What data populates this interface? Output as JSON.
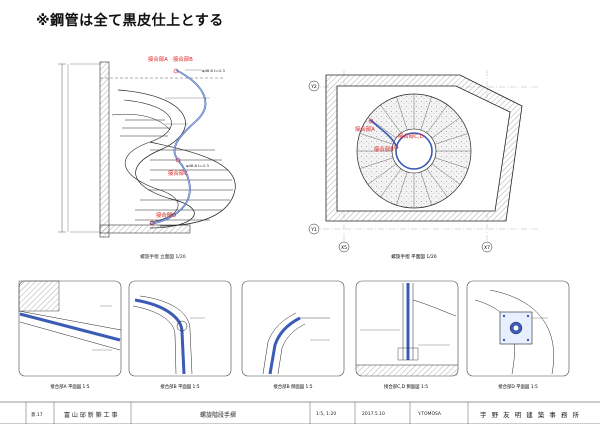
{
  "sheet_note": "※鋼管は全て黒皮仕上とする",
  "elevation": {
    "title": "螺旋手摺 立面図 1/20",
    "joint_a": "接合部A",
    "joint_b": "接合部B",
    "joint_c": "接合部C",
    "joint_d": "接合部D",
    "callout": "φ48.6 t=2.3"
  },
  "plan": {
    "title": "螺旋手摺 平面図 1/20",
    "joint_a": "接合部A",
    "joint_b": "接合部B",
    "joint_cd": "接合部C,D",
    "grid_y2": "Y2",
    "grid_y1": "Y1",
    "grid_x5": "X5",
    "grid_x7": "X7"
  },
  "details": [
    {
      "title": "接合部A 平面図 1:5"
    },
    {
      "title": "接合部B 平面図 1:5"
    },
    {
      "title": "接合部B 側面図 1:5"
    },
    {
      "title": "接合部C,D 側面図 1:5"
    },
    {
      "title": "接合部D 平面図 1:5"
    }
  ],
  "title_block": {
    "sheet_no": "意.17",
    "project": "富 山 邸 新 築 工 事",
    "drawing_title": "螺旋階段手摺",
    "scale": "1:5, 1:20",
    "date": "2017.5.10",
    "drawn_by": "Y.TOMOSA",
    "firm": "宇 野 友 明 建 築 事 務 所"
  }
}
